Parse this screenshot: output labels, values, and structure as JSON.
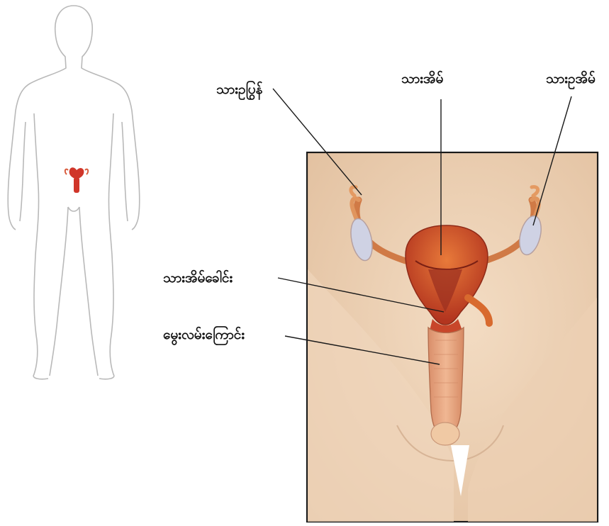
{
  "labels": {
    "ovary": "သားဥပြွန်",
    "uterus": "သားအိမ်",
    "ovary_right": "သားဥအိမ်",
    "cervix": "သားအိမ်ခေါင်း",
    "vagina": "မွေးလမ်းကြောင်း"
  },
  "colors": {
    "panel_bg": "#e9cdb0",
    "uterus": "#c8462a",
    "uterus_light": "#e8823a",
    "tube": "#d9894f",
    "ovary": "#c9cde0",
    "vagina": "#e7a781",
    "outline": "#222222"
  }
}
